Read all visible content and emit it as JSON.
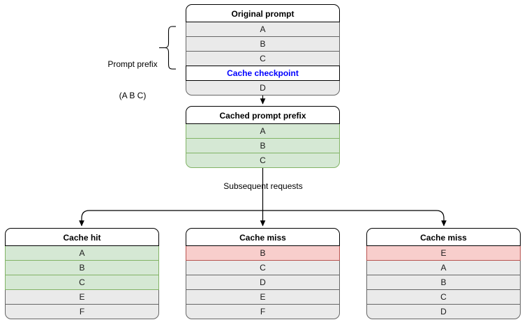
{
  "diagram": {
    "title_alt": "Prompt caching prefix diagram",
    "colors": {
      "green_fill": "#d5e8d4",
      "green_stroke": "#82b366",
      "red_fill": "#f8cecc",
      "red_stroke": "#b85450",
      "gray_fill": "#eaeaea",
      "gray_stroke": "#666666",
      "checkpoint_text": "#0000ff",
      "edge": "#000000"
    },
    "annotations": {
      "prompt_prefix_line1": "Prompt prefix",
      "prompt_prefix_line2": "(A B C)",
      "subsequent_requests": "Subsequent requests"
    },
    "nodes": [
      {
        "id": "original-prompt",
        "header": "Original prompt",
        "rows": [
          {
            "label": "A",
            "style": "gray"
          },
          {
            "label": "B",
            "style": "gray"
          },
          {
            "label": "C",
            "style": "gray"
          },
          {
            "label": "Cache checkpoint",
            "style": "plain"
          },
          {
            "label": "D",
            "style": "gray"
          }
        ]
      },
      {
        "id": "cached-prompt-prefix",
        "header": "Cached prompt prefix",
        "rows": [
          {
            "label": "A",
            "style": "green"
          },
          {
            "label": "B",
            "style": "green"
          },
          {
            "label": "C",
            "style": "green"
          }
        ]
      },
      {
        "id": "cache-hit",
        "header": "Cache hit",
        "rows": [
          {
            "label": "A",
            "style": "green"
          },
          {
            "label": "B",
            "style": "green"
          },
          {
            "label": "C",
            "style": "green"
          },
          {
            "label": "E",
            "style": "gray"
          },
          {
            "label": "F",
            "style": "gray"
          }
        ]
      },
      {
        "id": "cache-miss-middle",
        "header": "Cache miss",
        "rows": [
          {
            "label": "B",
            "style": "red"
          },
          {
            "label": "C",
            "style": "gray"
          },
          {
            "label": "D",
            "style": "gray"
          },
          {
            "label": "E",
            "style": "gray"
          },
          {
            "label": "F",
            "style": "gray"
          }
        ]
      },
      {
        "id": "cache-miss-right",
        "header": "Cache miss",
        "rows": [
          {
            "label": "E",
            "style": "red"
          },
          {
            "label": "A",
            "style": "gray"
          },
          {
            "label": "B",
            "style": "gray"
          },
          {
            "label": "C",
            "style": "gray"
          },
          {
            "label": "D",
            "style": "gray"
          }
        ]
      }
    ]
  }
}
